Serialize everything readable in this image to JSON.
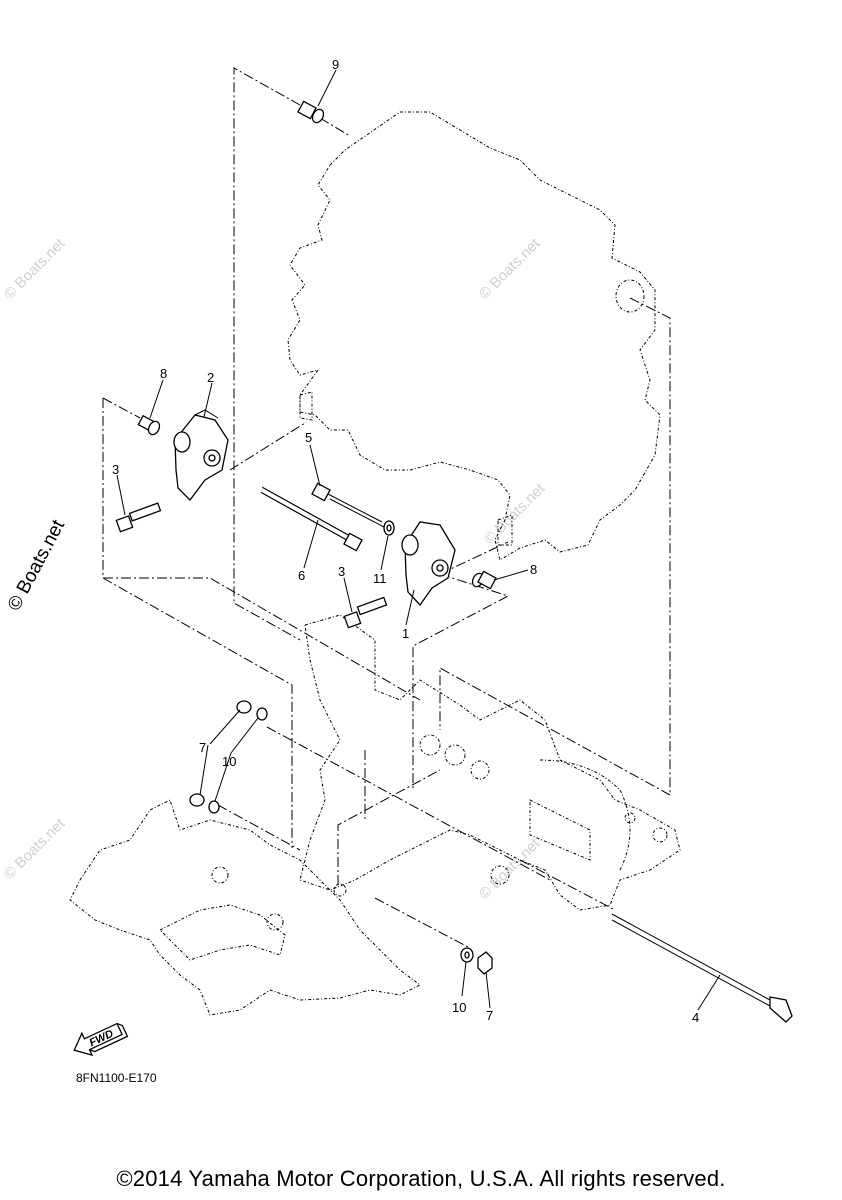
{
  "diagram": {
    "drawing_code": "8FN1100-E170",
    "fwd_label": "FWD",
    "copyright": "©2014 Yamaha Motor Corporation, U.S.A. All rights reserved.",
    "watermark_main": "© Boats.net",
    "watermark_faint": "© Boats.net",
    "callouts": {
      "c9": "9",
      "c8a": "8",
      "c2": "2",
      "c3a": "3",
      "c5": "5",
      "c6": "6",
      "c11": "11",
      "c3b": "3",
      "c8b": "8",
      "c1": "1",
      "c7a": "7",
      "c10a": "10",
      "c10b": "10",
      "c7b": "7",
      "c4": "4"
    }
  }
}
